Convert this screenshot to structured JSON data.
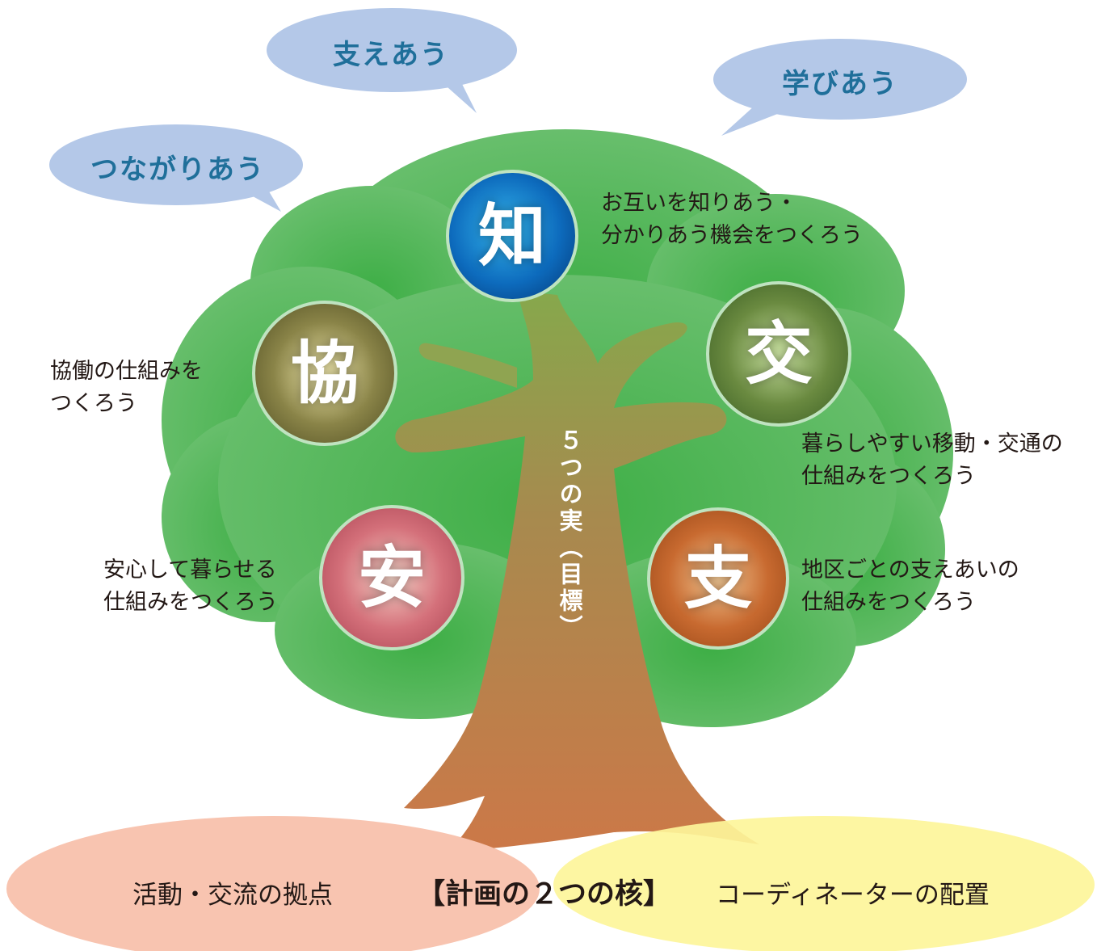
{
  "speech_bubbles": {
    "support": "支えあう",
    "learn": "学びあう",
    "connect": "つながりあう"
  },
  "fruits": {
    "know": {
      "char": "知",
      "line1": "お互いを知りあう・",
      "line2": "分かりあう機会をつくろう"
    },
    "cooperate": {
      "char": "協",
      "line1": "協働の仕組みを",
      "line2": "つくろう"
    },
    "exchange": {
      "char": "交",
      "line1": "暮らしやすい移動・交通の",
      "line2": "仕組みをつくろう"
    },
    "safety": {
      "char": "安",
      "line1": "安心して暮らせる",
      "line2": "仕組みをつくろう"
    },
    "support": {
      "char": "支",
      "line1": "地区ごとの支えあいの",
      "line2": "仕組みをつくろう"
    }
  },
  "trunk_label": "５つの実（目標）",
  "cores": {
    "left": "活動・交流の拠点",
    "title": "【計画の２つの核】",
    "right": "コーディネーターの配置"
  },
  "colors": {
    "bubble": "#b4c8e8",
    "canopy": "#5fbb5f",
    "trunk_top": "#8aa64a",
    "trunk_bottom": "#cc7a48",
    "core_left": "#f8c4b0",
    "core_right": "#fdf59a"
  }
}
